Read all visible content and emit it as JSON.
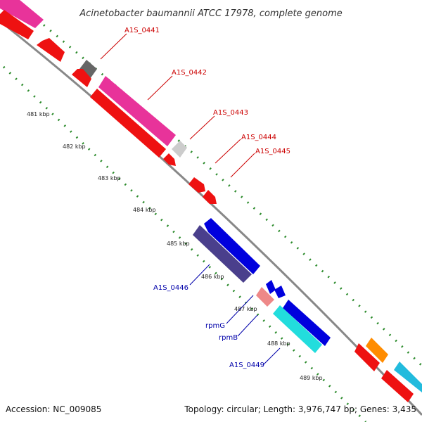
{
  "header": {
    "title": "Acinetobacter baumannii ATCC 17978, complete genome"
  },
  "footer": {
    "accession": "Accession: NC_009085",
    "topology": "Topology: circular; Length: 3,976,747 bp; Genes: 3,435"
  },
  "colors": {
    "backbone": "#888888",
    "tick": "#2a8a2a",
    "forward_label": "#cc0000",
    "reverse_label": "#0000aa"
  },
  "ruler": [
    {
      "label": "481 kbp"
    },
    {
      "label": "482 kbp"
    },
    {
      "label": "483 kbp"
    },
    {
      "label": "484 kbp"
    },
    {
      "label": "485 kbp"
    },
    {
      "label": "486 kbp"
    },
    {
      "label": "487 kbp"
    },
    {
      "label": "488 kbp"
    },
    {
      "label": "489 kbp"
    }
  ],
  "labels": {
    "a0441": "A1S_0441",
    "a0442": "A1S_0442",
    "a0443": "A1S_0443",
    "a0444": "A1S_0444",
    "a0445": "A1S_0445",
    "a0446": "A1S_0446",
    "rpmG": "rpmG",
    "rpmB": "rpmB",
    "a0449": "A1S_0449"
  }
}
